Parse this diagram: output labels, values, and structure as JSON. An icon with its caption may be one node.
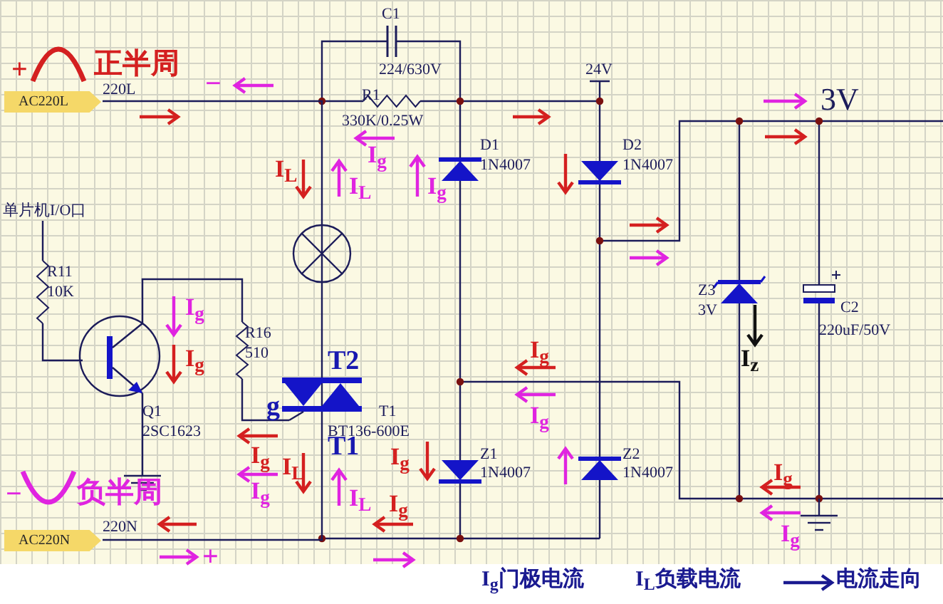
{
  "diagram": {
    "nodes": [
      {
        "text": [
          "AC220L"
        ],
        "beside": [
          "+"
        ]
      },
      {
        "text": [
          "AC220N"
        ],
        "beside": [
          "−"
        ]
      }
    ],
    "edges": [
      {
        "from": 0,
        "to": 1,
        "arrow": "none"
      }
    ],
    "labels": [
      "C1",
      "正半周",
      "224/630V",
      "24V",
      "220L",
      "−",
      "R1",
      "3V",
      "330K/0.25W",
      "I$_{g}$",
      "I$_{L}$",
      "I$_{L}$",
      "I$_{g}$",
      "D1",
      "1N4007",
      "D2",
      "1N4007",
      "单片机I/O口",
      "R11",
      "10K",
      "Z3",
      "3V",
      "C2",
      "220uF/50V",
      "I$_{g}$",
      "I$_{g}$",
      "R16",
      "510",
      "T2",
      "I$_{g}$",
      "I$_{z}$",
      "Q1",
      "g",
      "T1",
      "I$_{g}$",
      "2SC1623",
      "BT136-600E",
      "T1",
      "I$_{g}$",
      "I$_{L}$",
      "I$_{g}$",
      "Z1",
      "1N4007",
      "Z2",
      "1N4007",
      "I$_{g}$",
      "负半周",
      "I$_{g}$",
      "I$_{L}$",
      "I$_{g}$",
      "220N",
      "I$_{g}$",
      "+",
      "I$_{g}$门极电流",
      "I$_{L}$负载电流"
    ],
    "legend": [
      {
        "text": "电流走向"
      }
    ]
  }
}
